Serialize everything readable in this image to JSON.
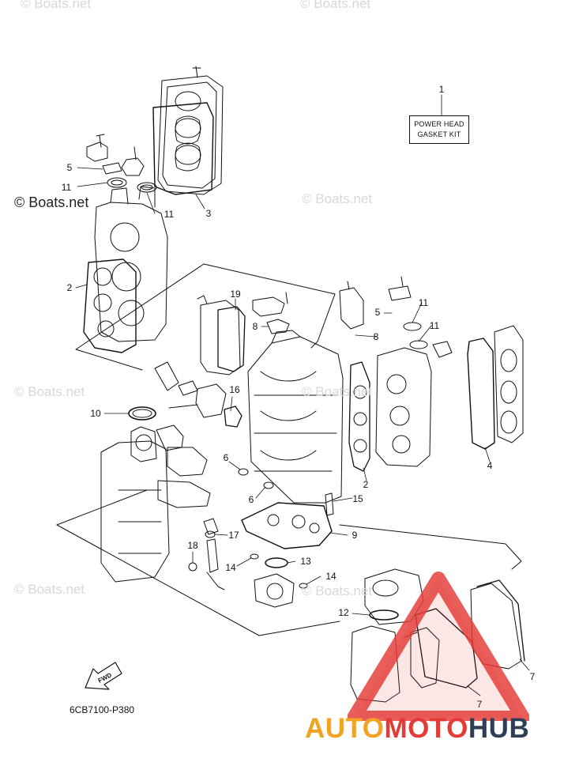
{
  "watermarks": {
    "light": "© Boats.net",
    "dark": "© Boats.net"
  },
  "kit_label": {
    "line1": "POWER HEAD",
    "line2": "GASKET KIT"
  },
  "diagram_code": "6CB7100-P380",
  "fwd_label": "FWD",
  "logo": {
    "part1": "AUTO",
    "part2": "MOTO",
    "part3": "HUB",
    "colors": {
      "auto": "#f2a321",
      "moto": "#e43b36",
      "hub": "#2d3f56"
    }
  },
  "callouts": {
    "c1": "1",
    "c3": "3",
    "c5a": "5",
    "c11a": "11",
    "c11b": "11",
    "c2a": "2",
    "c19": "19",
    "c8a": "8",
    "c8b": "8",
    "c5b": "5",
    "c11c": "11",
    "c11d": "11",
    "c16": "16",
    "c10": "10",
    "c6a": "6",
    "c6b": "6",
    "c2b": "2",
    "c4": "4",
    "c15": "15",
    "c9": "9",
    "c17": "17",
    "c18": "18",
    "c13": "13",
    "c14a": "14",
    "c14b": "14",
    "c12": "12",
    "c7a": "7",
    "c7b": "7"
  }
}
